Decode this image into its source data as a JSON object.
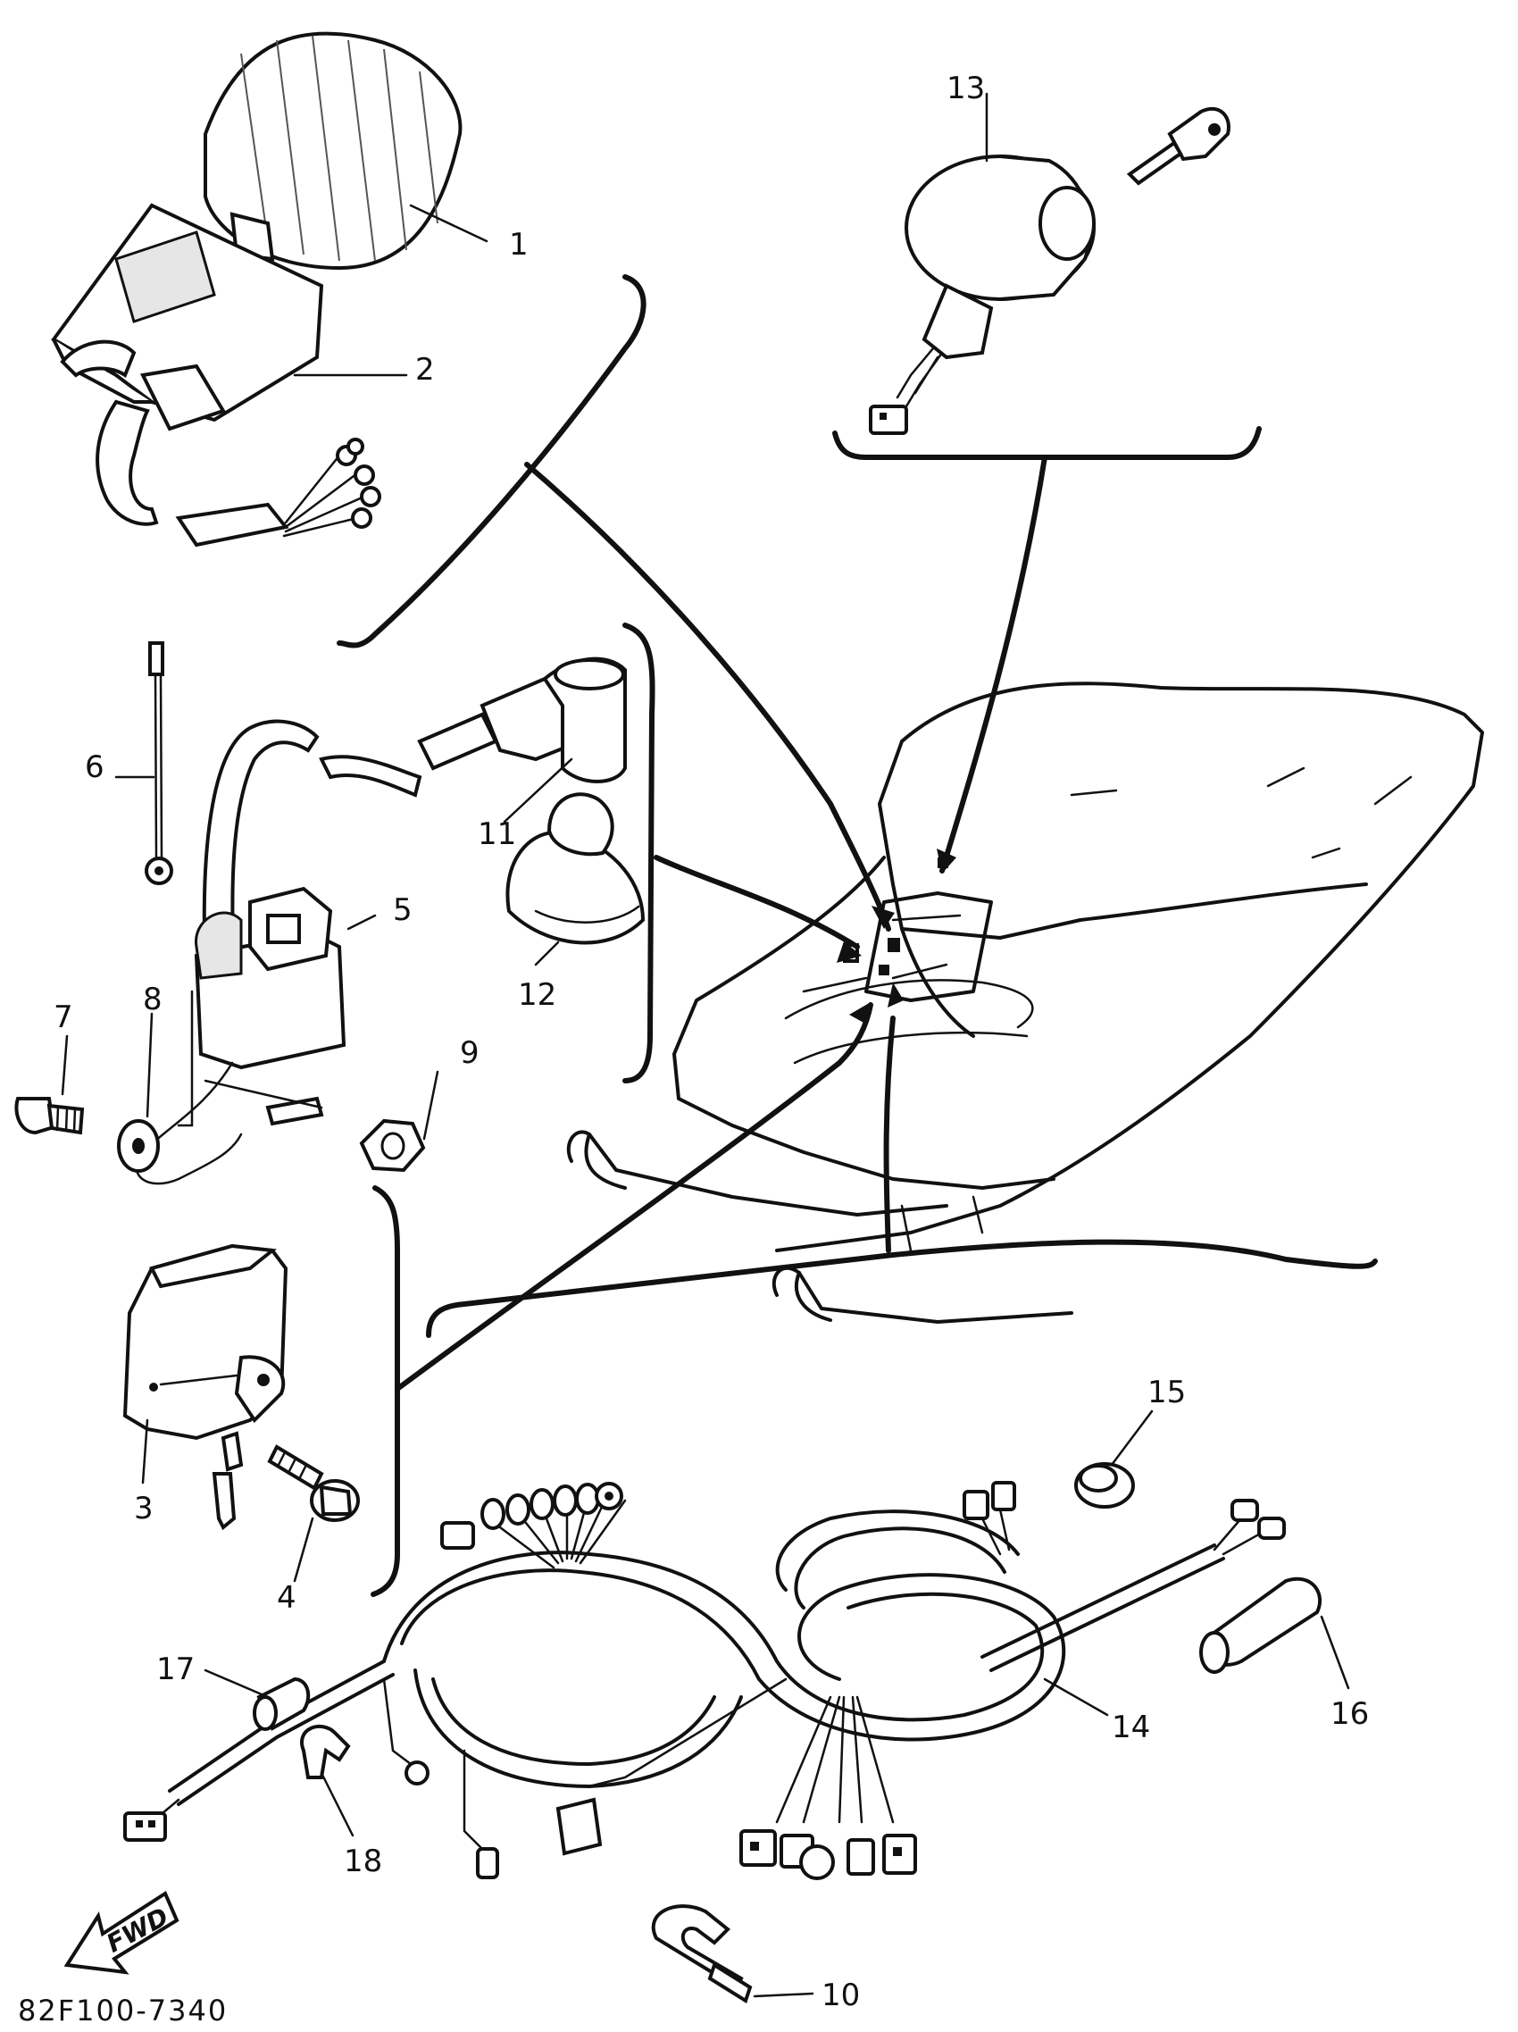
{
  "figure_code": "82F100-7340",
  "direction_label": "FWD",
  "parts": [
    {
      "number": "1",
      "icon": "pulser-coil-icon"
    },
    {
      "number": "2",
      "icon": "cdi-unit-icon"
    },
    {
      "number": "3",
      "icon": "rectifier-regulator-icon"
    },
    {
      "number": "4",
      "icon": "bolt-with-washer-icon"
    },
    {
      "number": "5",
      "icon": "ignition-coil-icon"
    },
    {
      "number": "6",
      "icon": "ground-lead-icon"
    },
    {
      "number": "7",
      "icon": "bolt-icon"
    },
    {
      "number": "8",
      "icon": "washer-icon"
    },
    {
      "number": "9",
      "icon": "nut-icon"
    },
    {
      "number": "10",
      "icon": "clamp-icon"
    },
    {
      "number": "11",
      "icon": "spark-plug-cap-icon"
    },
    {
      "number": "12",
      "icon": "rubber-cap-icon"
    },
    {
      "number": "13",
      "icon": "main-switch-with-key-icon"
    },
    {
      "number": "14",
      "icon": "wire-harness-icon"
    },
    {
      "number": "15",
      "icon": "grommet-icon"
    },
    {
      "number": "16",
      "icon": "connector-cover-icon"
    },
    {
      "number": "17",
      "icon": "sleeve-icon"
    },
    {
      "number": "18",
      "icon": "cable-band-icon"
    }
  ]
}
